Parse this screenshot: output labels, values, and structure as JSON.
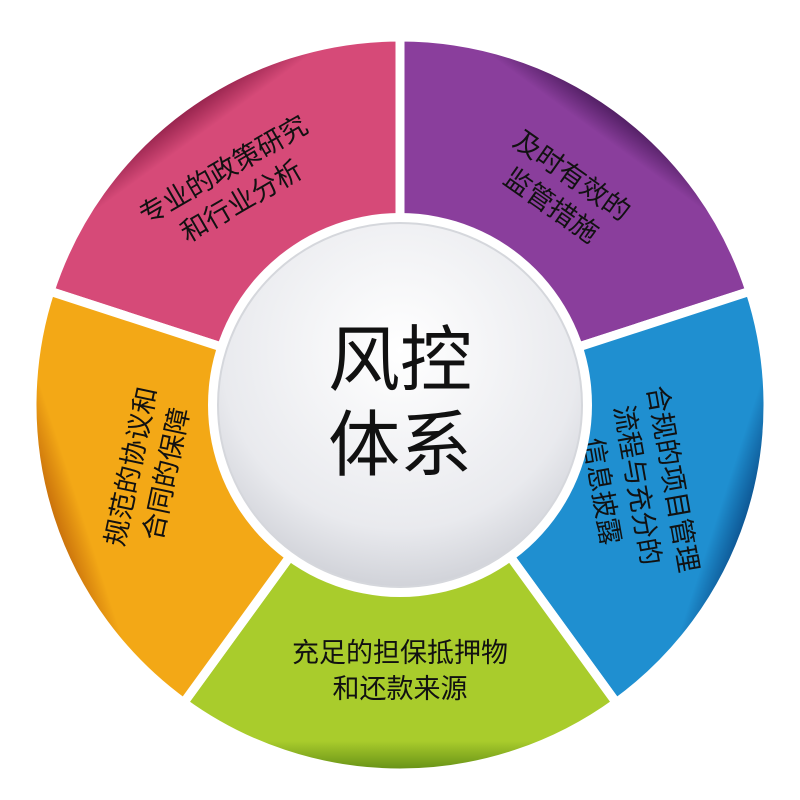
{
  "center": {
    "lines": [
      "风控",
      "体系"
    ]
  },
  "segments": [
    {
      "lines": [
        "专业的政策研究",
        "和行业分析"
      ],
      "color": "#d64a78",
      "color_dark": "#8f1f48"
    },
    {
      "lines": [
        "及时有效的",
        "监管措施"
      ],
      "color": "#8a3e9c",
      "color_dark": "#4a1b5c"
    },
    {
      "lines": [
        "合规的项目管理",
        "流程与充分的",
        "信息披露"
      ],
      "color": "#1f8fd0",
      "color_dark": "#0b4f8c"
    },
    {
      "lines": [
        "充足的担保抵押物",
        "和还款来源"
      ],
      "color": "#a9cc2c",
      "color_dark": "#5f8a14"
    },
    {
      "lines": [
        "规范的协议和",
        "合同的保障"
      ],
      "color": "#f3a816",
      "color_dark": "#c46a0a"
    }
  ]
}
